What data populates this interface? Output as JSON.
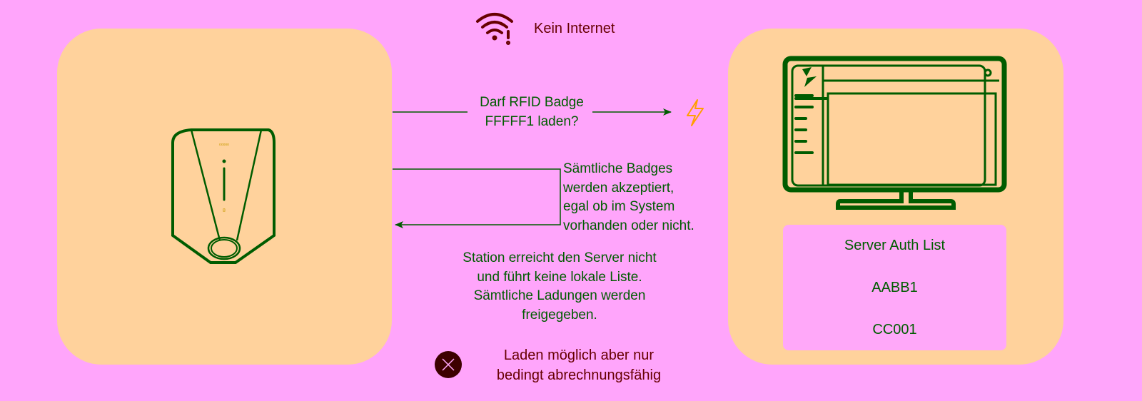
{
  "status": {
    "icon": "wifi-warning-icon",
    "label": "Kein Internet"
  },
  "station": {
    "icon": "charging-station-icon"
  },
  "server": {
    "icon": "monitor-dashboard-icon",
    "list_title": "Server Auth List",
    "entries": [
      "AABB1",
      "CC001"
    ]
  },
  "request": {
    "lines": [
      "Darf RFID Badge",
      "FFFFF1 laden?"
    ],
    "icon": "lightning-icon"
  },
  "response": {
    "lines": [
      "Sämtliche Badges",
      "werden akzeptiert,",
      "egal ob im System",
      "vorhanden oder nicht."
    ]
  },
  "note": {
    "lines": [
      "Station erreicht den Server nicht",
      "und führt keine lokale Liste.",
      "Sämtliche Ladungen werden",
      "freigegeben."
    ]
  },
  "result": {
    "icon": "error-x-icon",
    "lines": [
      "Laden möglich aber nur",
      "bedingt abrechnungsfähig"
    ]
  },
  "colors": {
    "background": "#ffa5fb",
    "box": "#ffd29c",
    "green": "#005c00",
    "warning": "#660000",
    "lightning": "#ff9f00"
  }
}
